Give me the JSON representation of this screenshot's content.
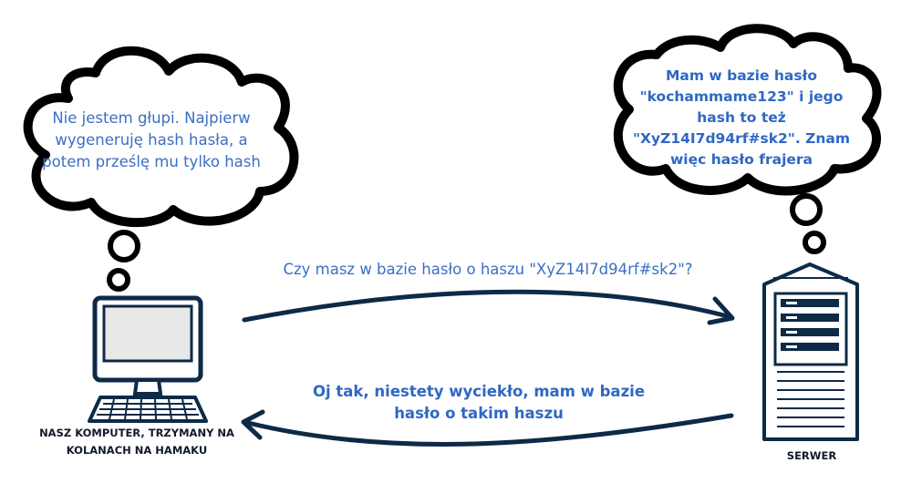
{
  "thought_left": "Nie jestem głupi. Najpierw wygeneruję hash hasła, a potem prześlę mu tylko hash",
  "thought_right": "Mam w bazie hasło \"kochammame123\" i jego hash to też \"XyZ14I7d94rf#sk2\". Znam więc hasło frajera",
  "message_request": "Czy masz w bazie hasło o haszu \"XyZ14I7d94rf#sk2\"?",
  "message_response": "Oj tak, niestety wyciekło, mam w bazie hasło o takim haszu",
  "label_computer": "NASZ KOMPUTER, TRZYMANY NA KOLANACH NA HAMAKU",
  "label_server": "SERWER",
  "colors": {
    "line": "#000000",
    "arrow": "#0d2a47",
    "text_blue": "#3a6fc6",
    "device_stroke": "#0d2a47",
    "screen": "#e8e8e8"
  }
}
